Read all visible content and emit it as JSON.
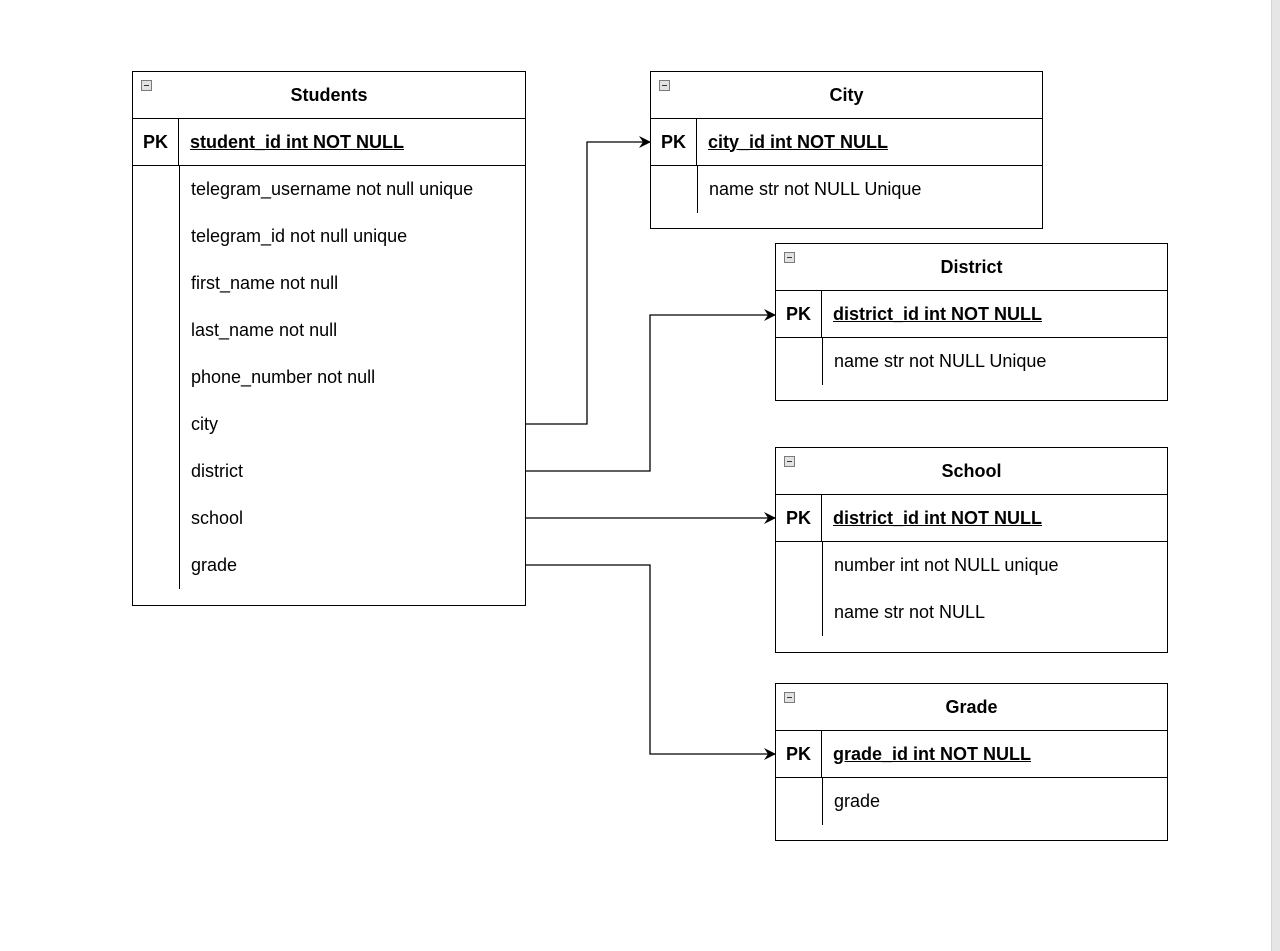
{
  "tables": {
    "students": {
      "title": "Students",
      "pk_label": "PK",
      "pk_field": "student_id int NOT NULL",
      "fields": [
        "telegram_username not null unique",
        "telegram_id not null unique",
        "first_name not null",
        "last_name not null",
        "phone_number not null",
        "city",
        "district",
        "school",
        "grade"
      ]
    },
    "city": {
      "title": "City",
      "pk_label": "PK",
      "pk_field": "city_id int NOT NULL",
      "fields": [
        "name str not NULL Unique"
      ]
    },
    "district": {
      "title": "District",
      "pk_label": "PK",
      "pk_field": "district_id int NOT NULL",
      "fields": [
        "name str not NULL Unique"
      ]
    },
    "school": {
      "title": "School",
      "pk_label": "PK",
      "pk_field": "district_id int NOT NULL",
      "fields": [
        "number int not NULL unique",
        "name str not NULL"
      ]
    },
    "grade": {
      "title": "Grade",
      "pk_label": "PK",
      "pk_field": "grade_id int NOT NULL",
      "fields": [
        "grade"
      ]
    }
  },
  "relations": [
    {
      "from": "Students.city",
      "to": "City.city_id"
    },
    {
      "from": "Students.district",
      "to": "District.district_id"
    },
    {
      "from": "Students.school",
      "to": "School.district_id"
    },
    {
      "from": "Students.grade",
      "to": "Grade.grade_id"
    }
  ]
}
